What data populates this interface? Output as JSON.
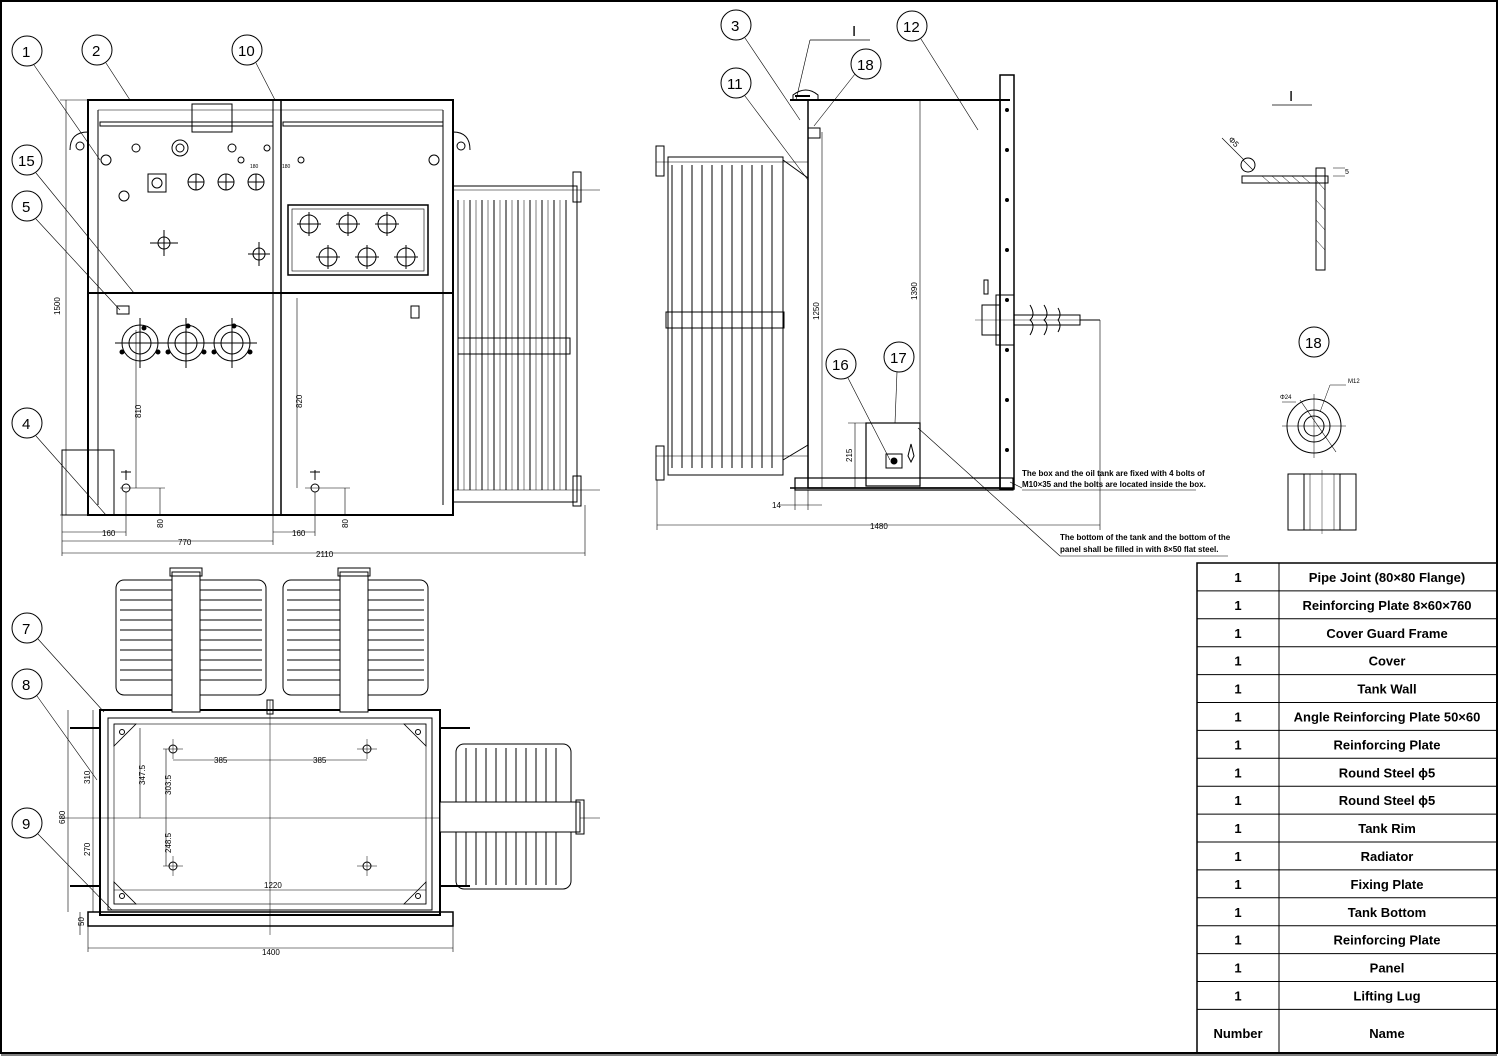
{
  "drawing": {
    "balloons": {
      "b1": "1",
      "b2": "2",
      "b3": "3",
      "b4": "4",
      "b5": "5",
      "b7": "7",
      "b8": "8",
      "b9": "9",
      "b10": "10",
      "b11": "11",
      "b12": "12",
      "b15": "15",
      "b16": "16",
      "b17": "17",
      "b18": "18",
      "b18d": "18"
    },
    "section_label_view": "I",
    "section_label_detail": "I",
    "dimensions": {
      "front_h1500": "1500",
      "front_h810": "810",
      "front_h820": "820",
      "front_w160a": "160",
      "front_w80a": "80",
      "front_w770": "770",
      "front_w160b": "160",
      "front_w80b": "80",
      "front_w2110": "2110",
      "front_small1": "180",
      "front_small2": "180",
      "side_h1250": "1250",
      "side_h1390": "1390",
      "side_h215": "215",
      "side_w14": "14",
      "side_w1480": "1480",
      "top_w385a": "385",
      "top_w385b": "385",
      "top_h347": "347.5",
      "top_h303": "303.5",
      "top_h248": "248.5",
      "top_h310": "310",
      "top_h680": "680",
      "top_h270": "270",
      "top_h50": "50",
      "top_w1220": "1220",
      "top_w1400": "1400",
      "detail_phi5": "Φ5",
      "detail_5": "5",
      "detail_phi24": "Φ24",
      "detail_m12": "M12"
    },
    "notes": {
      "box_line1": "The box and the oil tank are fixed with 4 bolts of",
      "box_line2": "M10×35 and the bolts are located inside the box.",
      "bottom_line1": "The bottom of the tank and the bottom of the",
      "bottom_line2": "panel shall be filled in with 8×50 flat steel."
    }
  },
  "bom": {
    "header": {
      "number": "Number",
      "name": "Name"
    },
    "rows": [
      {
        "qty": "1",
        "name": "Pipe Joint (80×80 Flange)"
      },
      {
        "qty": "1",
        "name": "Reinforcing Plate 8×60×760"
      },
      {
        "qty": "1",
        "name": "Cover Guard Frame"
      },
      {
        "qty": "1",
        "name": "Cover"
      },
      {
        "qty": "1",
        "name": "Tank Wall"
      },
      {
        "qty": "1",
        "name": "Angle Reinforcing Plate 50×60"
      },
      {
        "qty": "1",
        "name": "Reinforcing Plate"
      },
      {
        "qty": "1",
        "name": "Round Steel ϕ5"
      },
      {
        "qty": "1",
        "name": "Round Steel ϕ5"
      },
      {
        "qty": "1",
        "name": "Tank Rim"
      },
      {
        "qty": "1",
        "name": "Radiator"
      },
      {
        "qty": "1",
        "name": "Fixing Plate"
      },
      {
        "qty": "1",
        "name": "Tank Bottom"
      },
      {
        "qty": "1",
        "name": "Reinforcing Plate"
      },
      {
        "qty": "1",
        "name": "Panel"
      },
      {
        "qty": "1",
        "name": "Lifting Lug"
      }
    ]
  }
}
